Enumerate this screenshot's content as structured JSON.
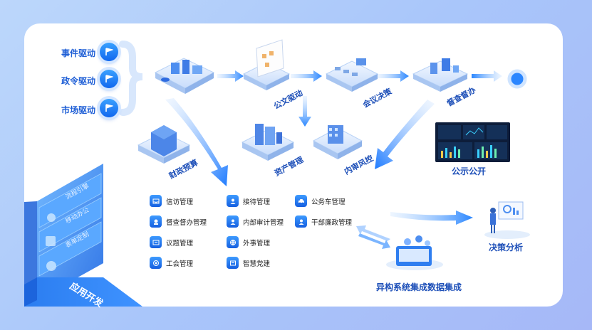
{
  "drivers": [
    "事件驱动",
    "政令驱动",
    "市场驱动"
  ],
  "flow": {
    "stage1": "公文驱动",
    "stage2": "会议决策",
    "stage3": "督查督办"
  },
  "middle": {
    "finance": "财政预算",
    "assets": "资产管理",
    "risk": "内审风控"
  },
  "public_label": "公示公开",
  "management": {
    "col1": [
      "信访管理",
      "督查督办管理",
      "议题管理",
      "工会管理"
    ],
    "col2": [
      "接待管理",
      "内部审计管理",
      "外事管理",
      "智慧党建"
    ],
    "col3": [
      "公务车管理",
      "干部廉政管理"
    ]
  },
  "integration_label": "异构系统集成数据集成",
  "decision_label": "决策分析",
  "side_panel": {
    "tabs": [
      "流程引擎",
      "移动办公",
      "表单定制"
    ],
    "base": "应用开发"
  },
  "colors": {
    "primary": "#1d5fe0",
    "accent": "#2f86ff",
    "text": "#1d4fb8"
  }
}
